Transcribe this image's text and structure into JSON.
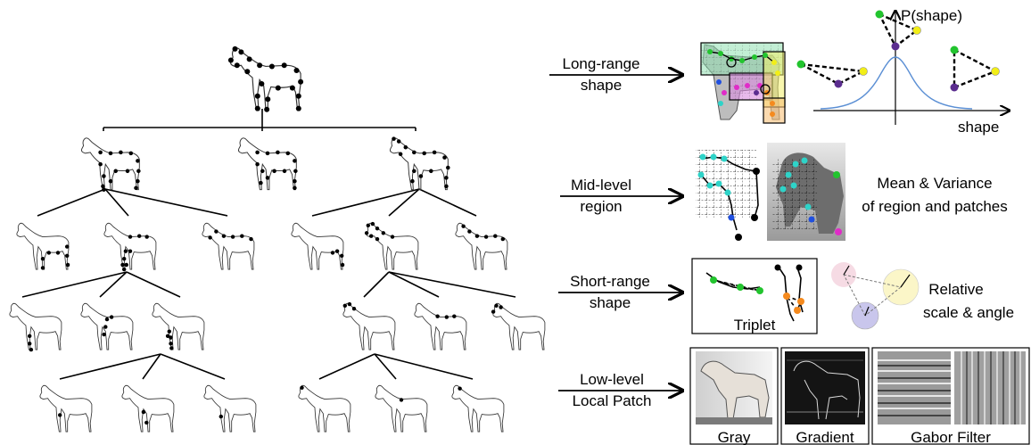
{
  "levels": [
    {
      "line1": "Long-range",
      "line2": "shape"
    },
    {
      "line1": "Mid-level",
      "line2": "region"
    },
    {
      "line1": "Short-range",
      "line2": "shape"
    },
    {
      "line1": "Low-level",
      "line2": "Local Patch"
    }
  ],
  "shape_panel": {
    "p_label": "P(shape)",
    "x_label": "shape",
    "curve_color": "#5b8fd4"
  },
  "region_panel": {
    "desc_line1": "Mean & Variance",
    "desc_line2": "of region and patches"
  },
  "triplet_panel": {
    "caption": "Triplet",
    "desc_line1": "Relative",
    "desc_line2": "scale & angle"
  },
  "patch_panel": {
    "gray": "Gray",
    "gradient": "Gradient",
    "gabor": "Gabor Filter"
  },
  "colors": {
    "green": "#22c42e",
    "yellow": "#f2ee17",
    "purple": "#5b2d8f",
    "blue": "#2050e0",
    "cyan": "#2ed3c8",
    "magenta": "#e02cc8",
    "orange": "#f58a1e",
    "red": "#e03030"
  }
}
